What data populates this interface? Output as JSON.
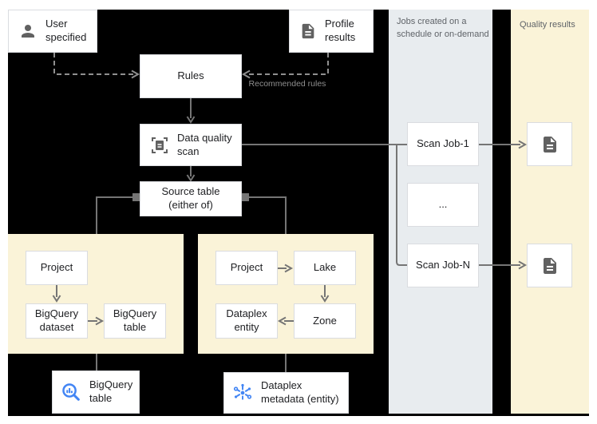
{
  "colors": {
    "canvas_background": "#000000",
    "cream_panel": "#faf3d8",
    "gray_panel": "#e8ecef",
    "box_border": "#dadce0",
    "connector_line": "#757575",
    "dashed_line": "#8f8f8f",
    "node_text": "#202124",
    "muted_text": "#5f6368",
    "icon_gray": "#616161",
    "icon_blue": "#4285f4"
  },
  "columns": {
    "jobs": {
      "header": "Jobs created on a schedule or on-demand"
    },
    "quality": {
      "header": "Quality results"
    }
  },
  "nodes": {
    "user_specified": {
      "label": "User specified"
    },
    "profile_results": {
      "label": "Profile results"
    },
    "rules": {
      "label": "Rules"
    },
    "data_quality_scan": {
      "label": "Data quality scan"
    },
    "source_table": {
      "label": "Source table (either of)"
    },
    "project_bq": {
      "label": "Project"
    },
    "bigquery_dataset": {
      "label": "BigQuery dataset"
    },
    "bigquery_table": {
      "label": "BigQuery table"
    },
    "project_dpx": {
      "label": "Project"
    },
    "lake": {
      "label": "Lake"
    },
    "zone": {
      "label": "Zone"
    },
    "dataplex_entity": {
      "label": "Dataplex entity"
    },
    "scan_job_1": {
      "label": "Scan Job-1"
    },
    "scan_job_dots": {
      "label": "..."
    },
    "scan_job_n": {
      "label": "Scan Job-N"
    },
    "bigquery_table_source": {
      "label": "BigQuery table"
    },
    "dataplex_metadata": {
      "label": "Dataplex metadata (entity)"
    }
  },
  "edge_labels": {
    "recommended_rules": "Recommended rules"
  },
  "icons": {
    "person": "person-icon",
    "document": "document-icon",
    "scanner": "document-scanner-icon",
    "bigquery": "bigquery-icon",
    "dataplex": "dataplex-icon"
  }
}
